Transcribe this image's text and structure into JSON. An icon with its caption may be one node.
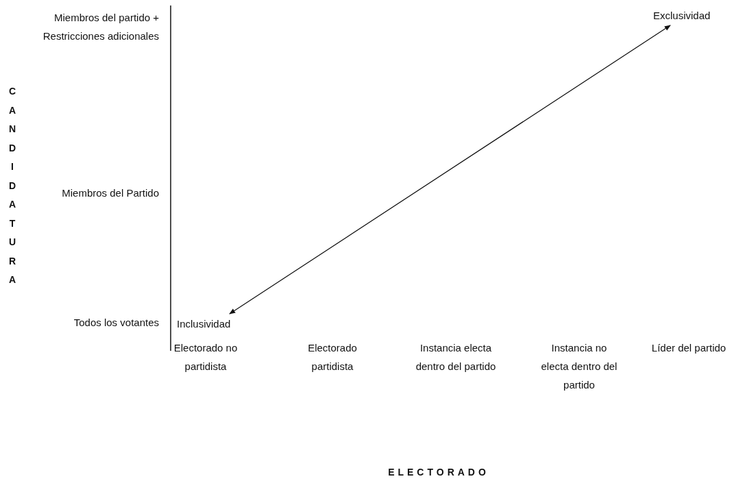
{
  "diagram": {
    "nodes": [
      {
        "text": [
          "Inclusividad"
        ]
      },
      {
        "text": [
          "Exclusividad"
        ]
      }
    ],
    "edges": [
      {
        "from": 0,
        "to": 1,
        "arrow": "both"
      }
    ],
    "labels": [
      "Miembros del partido + Restricciones adicionales",
      "CANDIDATURA",
      "Miembros del Partido",
      "Todos los votantes",
      "Electorado no partidista",
      "Electorado partidista",
      "Instancia electa dentro del partido",
      "Instancia no electa dentro del partido",
      "Líder del partido",
      "ELECTORADO"
    ]
  }
}
